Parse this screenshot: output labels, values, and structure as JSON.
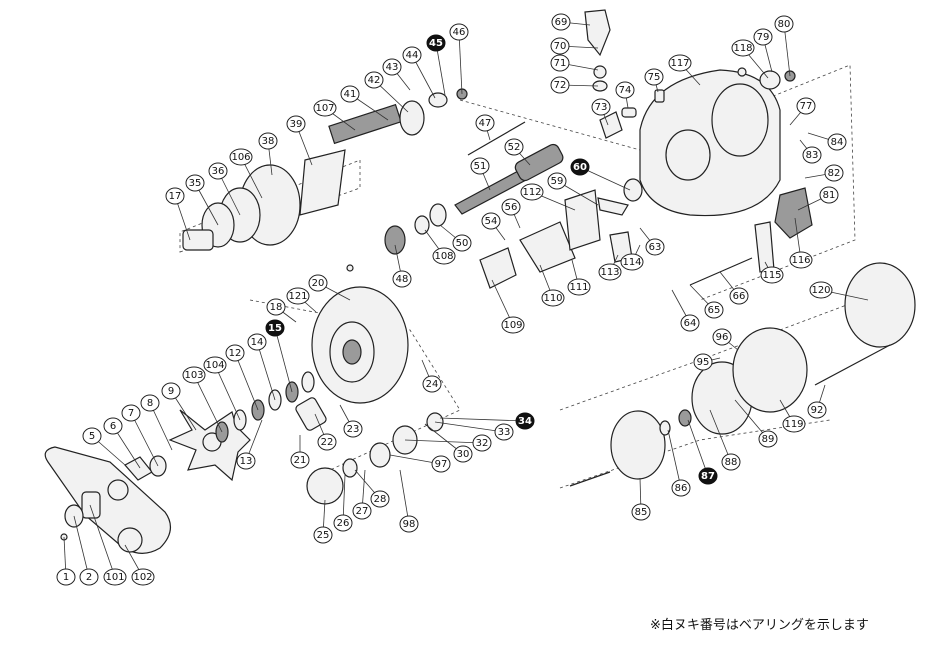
{
  "note": "※白ヌキ番号はベアリングを示します",
  "bearing_labels": [
    "15",
    "34",
    "45",
    "60",
    "87"
  ],
  "labels": [
    "1",
    "2",
    "101",
    "102",
    "5",
    "6",
    "7",
    "8",
    "9",
    "103",
    "104",
    "12",
    "13",
    "14",
    "15",
    "18",
    "121",
    "20",
    "17",
    "35",
    "36",
    "106",
    "38",
    "39",
    "107",
    "41",
    "42",
    "43",
    "44",
    "45",
    "46",
    "47",
    "48",
    "50",
    "51",
    "52",
    "54",
    "56",
    "59",
    "60",
    "63",
    "64",
    "65",
    "66",
    "112",
    "113",
    "114",
    "115",
    "116",
    "117",
    "118",
    "79",
    "80",
    "77",
    "84",
    "83",
    "82",
    "81",
    "69",
    "70",
    "71",
    "72",
    "73",
    "74",
    "75",
    "21",
    "22",
    "23",
    "24",
    "25",
    "26",
    "27",
    "28",
    "30",
    "32",
    "33",
    "34",
    "97",
    "98",
    "85",
    "86",
    "87",
    "88",
    "89",
    "92",
    "95",
    "96",
    "119",
    "120",
    "108",
    "109",
    "110",
    "111"
  ]
}
